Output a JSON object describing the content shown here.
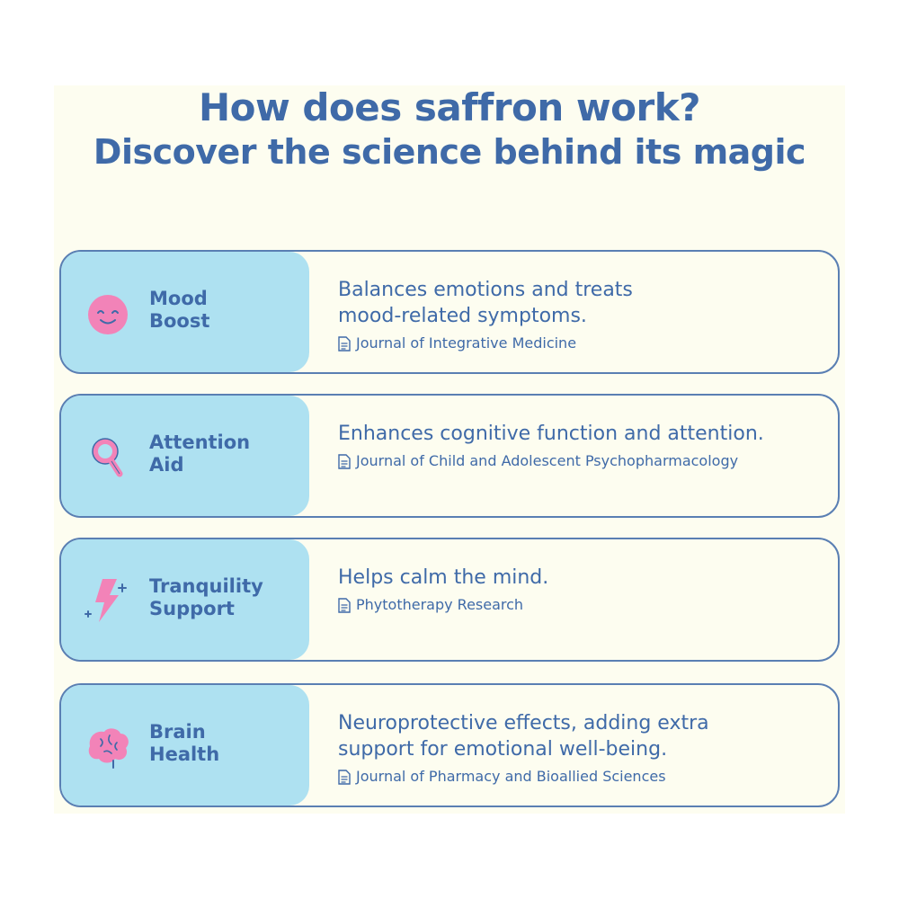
{
  "title": {
    "line1_before": "How does ",
    "line1_highlight": "saffron",
    "line1_after": " work?",
    "line2": "Discover the science behind its magic"
  },
  "colors": {
    "primary": "#3f6aa8",
    "panel": "#fdfdf0",
    "left_block": "#aee1f1",
    "icon_pink": "#f283b8"
  },
  "cards": [
    {
      "label_line1": "Mood",
      "label_line2": "Boost",
      "icon": "smiley-face-icon",
      "desc_line1": "Balances emotions and treats",
      "desc_line2": "mood-related symptoms.",
      "source": "Journal of Integrative Medicine"
    },
    {
      "label_line1": "Attention",
      "label_line2": "Aid",
      "icon": "magnifying-glass-icon",
      "desc_line1": "Enhances cognitive function and attention.",
      "desc_line2": "",
      "source": "Journal of Child and Adolescent Psychopharmacology"
    },
    {
      "label_line1": "Tranquility",
      "label_line2": "Support",
      "icon": "lightning-bolt-icon",
      "desc_line1": "Helps calm the mind.",
      "desc_line2": "",
      "source": "Phytotherapy Research"
    },
    {
      "label_line1": "Brain",
      "label_line2": "Health",
      "icon": "brain-icon",
      "desc_line1": "Neuroprotective effects, adding extra",
      "desc_line2": "support for emotional well-being.",
      "source": "Journal of Pharmacy and Bioallied Sciences"
    }
  ]
}
